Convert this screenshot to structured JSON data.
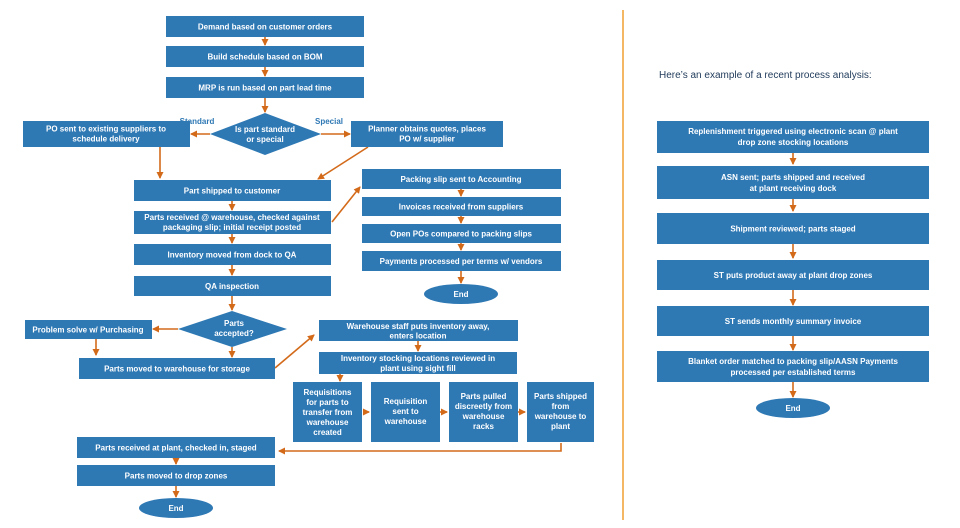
{
  "left_flow": {
    "demand": "Demand based on customer orders",
    "build_schedule": "Build schedule based on BOM",
    "mrp": "MRP is run based on part lead time",
    "decision_standard": [
      "Is part standard",
      "or special"
    ],
    "label_standard": "Standard",
    "label_special": "Special",
    "po_existing": [
      "PO sent to existing suppliers to",
      "schedule delivery"
    ],
    "planner_quotes": [
      "Planner obtains quotes, places",
      "PO w/ supplier"
    ],
    "part_shipped": "Part shipped to customer",
    "parts_received_wh": [
      "Parts received @ warehouse, checked against",
      "packaging slip; initial receipt posted"
    ],
    "inventory_moved": "Inventory moved from dock to QA",
    "qa_inspection": "QA inspection",
    "decision_accepted": [
      "Parts",
      "accepted?"
    ],
    "problem_solve": "Problem solve w/ Purchasing",
    "parts_moved_storage": "Parts moved to warehouse for storage",
    "packing_slip": "Packing slip sent to Accounting",
    "invoices": "Invoices received from suppliers",
    "open_pos": "Open POs compared to packing slips",
    "payments": "Payments processed per terms w/ vendors",
    "end_top": "End",
    "wh_staff": [
      "Warehouse staff puts inventory away,",
      "enters location"
    ],
    "inv_locations": [
      "Inventory stocking locations reviewed in",
      "plant using sight fill"
    ],
    "requisitions": [
      "Requisitions",
      "for parts to",
      "transfer from",
      "warehouse",
      "created"
    ],
    "requisition_sent": [
      "Requisition",
      "sent to",
      "warehouse"
    ],
    "parts_pulled": [
      "Parts pulled",
      "discreetly from",
      "warehouse",
      "racks"
    ],
    "parts_shipped_plant": [
      "Parts shipped",
      "from",
      "warehouse to",
      "plant"
    ],
    "parts_received_plant": "Parts received at plant, checked in, staged",
    "parts_moved_drop": "Parts moved to drop zones",
    "end_bottom": "End"
  },
  "right_flow": {
    "caption": "Here’s an example of a recent process analysis:",
    "replenishment": [
      "Replenishment triggered using electronic scan @ plant",
      "drop zone stocking locations"
    ],
    "asn_sent": [
      "ASN sent; parts shipped and received",
      "at plant receiving dock"
    ],
    "shipment_reviewed": "Shipment reviewed; parts staged",
    "st_puts": "ST puts product away at plant drop zones",
    "st_sends": "ST sends monthly summary invoice",
    "blanket_order": [
      "Blanket order matched to packing slip/AASN Payments",
      "processed per established terms"
    ],
    "end": "End"
  },
  "colors": {
    "box": "#2e78b4",
    "arrow": "#d36a1a",
    "divider": "#f0a030",
    "label": "#2e78b4"
  }
}
